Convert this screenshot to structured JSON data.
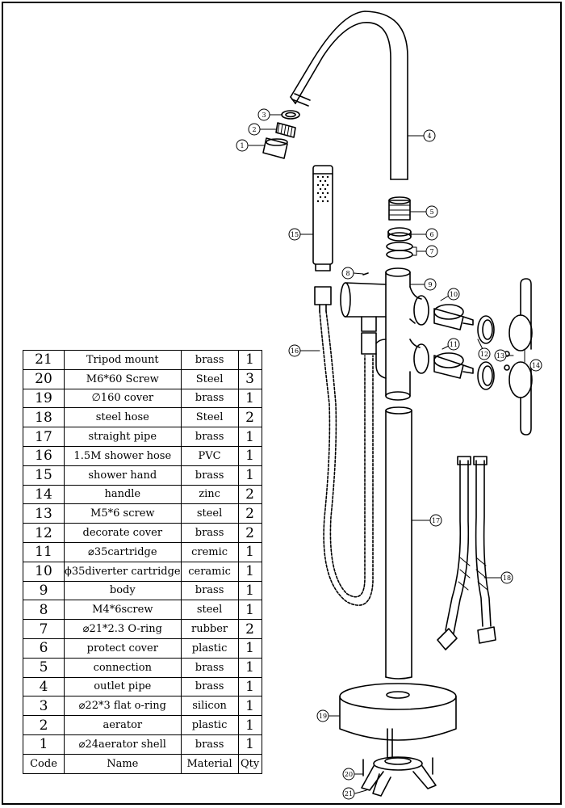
{
  "parts": [
    {
      "code": "21",
      "name": "Tripod mount",
      "material": "brass",
      "qty": "1"
    },
    {
      "code": "20",
      "name": "M6*60 Screw",
      "material": "Steel",
      "qty": "3"
    },
    {
      "code": "19",
      "name": "∅160 cover",
      "material": "brass",
      "qty": "1"
    },
    {
      "code": "18",
      "name": "steel hose",
      "material": "Steel",
      "qty": "2"
    },
    {
      "code": "17",
      "name": "straight pipe",
      "material": "brass",
      "qty": "1"
    },
    {
      "code": "16",
      "name": "1.5M shower hose",
      "material": "PVC",
      "qty": "1"
    },
    {
      "code": "15",
      "name": "shower hand",
      "material": "brass",
      "qty": "1"
    },
    {
      "code": "14",
      "name": "handle",
      "material": "zinc",
      "qty": "2"
    },
    {
      "code": "13",
      "name": "M5*6 screw",
      "material": "steel",
      "qty": "2"
    },
    {
      "code": "12",
      "name": "decorate cover",
      "material": "brass",
      "qty": "2"
    },
    {
      "code": "11",
      "name": "⌀35cartridge",
      "material": "cremic",
      "qty": "1"
    },
    {
      "code": "10",
      "name": "ϕ35diverter cartridge",
      "material": "ceramic",
      "qty": "1"
    },
    {
      "code": "9",
      "name": "body",
      "material": "brass",
      "qty": "1"
    },
    {
      "code": "8",
      "name": "M4*6screw",
      "material": "steel",
      "qty": "1"
    },
    {
      "code": "7",
      "name": "⌀21*2.3 O-ring",
      "material": "rubber",
      "qty": "2"
    },
    {
      "code": "6",
      "name": "protect cover",
      "material": "plastic",
      "qty": "1"
    },
    {
      "code": "5",
      "name": "connection",
      "material": "brass",
      "qty": "1"
    },
    {
      "code": "4",
      "name": "outlet pipe",
      "material": "brass",
      "qty": "1"
    },
    {
      "code": "3",
      "name": "⌀22*3 flat o-ring",
      "material": "silicon",
      "qty": "1"
    },
    {
      "code": "2",
      "name": "aerator",
      "material": "plastic",
      "qty": "1"
    },
    {
      "code": "1",
      "name": "⌀24aerator shell",
      "material": "brass",
      "qty": "1"
    }
  ],
  "header": {
    "code": "Code",
    "name": "Name",
    "material": "Material",
    "qty": "Qty"
  },
  "callouts": [
    "1",
    "2",
    "3",
    "4",
    "5",
    "6",
    "7",
    "8",
    "9",
    "10",
    "11",
    "12",
    "13",
    "14",
    "15",
    "16",
    "17",
    "18",
    "19",
    "20",
    "21"
  ]
}
